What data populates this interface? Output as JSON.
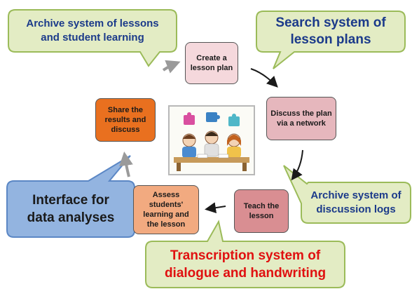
{
  "steps": {
    "create": "Create a lesson plan",
    "discuss": "Discuss the plan via a network",
    "teach": "Teach the lesson",
    "assess": "Assess students' learning and the lesson",
    "share": "Share the results and discuss"
  },
  "callouts": {
    "archive_lessons": "Archive system of lessons\nand student learning",
    "search_plans": "Search system of\nlesson plans",
    "archive_logs": "Archive system of\ndiscussion logs",
    "interface": "Interface for\ndata analyses",
    "transcription": "Transcription system of\ndialogue and handwriting"
  },
  "colors": {
    "callout_green_fill": "#e3ecc4",
    "callout_green_border": "#9bbb59",
    "callout_blue_fill": "#93b4e0",
    "callout_blue_border": "#5b87c5",
    "create_fill": "#f5d8dc",
    "discuss_fill": "#e6b7bd",
    "teach_fill": "#d98e92",
    "assess_fill": "#f2aa80",
    "share_fill": "#e9701f",
    "step_border": "#555555",
    "arrow_dark": "#1a1a1a",
    "arrow_gray": "#9a9a9a",
    "transcription_text": "#e01010",
    "callout_text": "#1b3a8a"
  }
}
